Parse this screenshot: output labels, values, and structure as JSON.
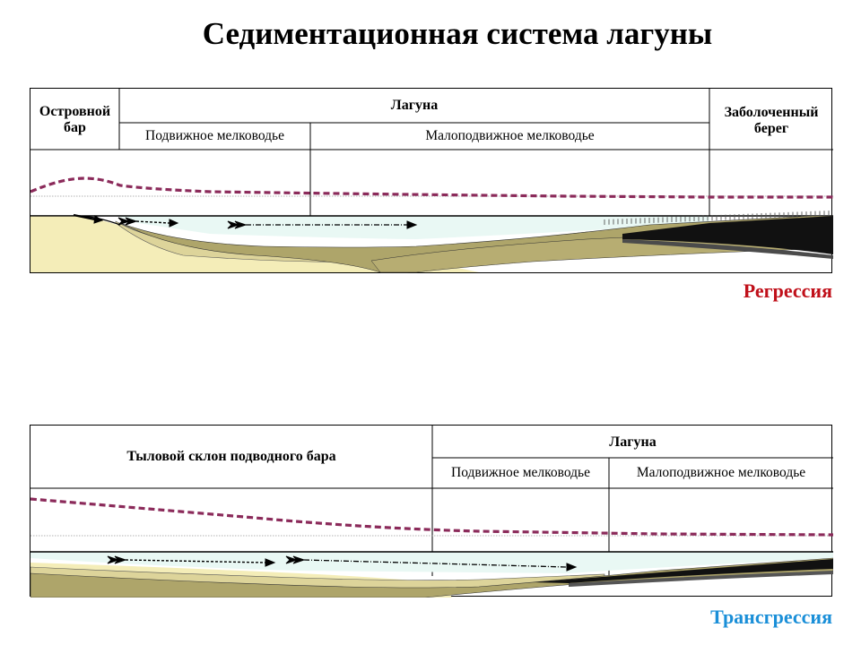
{
  "title": "Седиментационная система  лагуны",
  "top_panel": {
    "col_island_bar": "Островной бар",
    "col_lagoon": "Лагуна",
    "col_mobile_shallow": "Подвижное мелководье",
    "col_low_mobility_shallow": "Малоподвижное мелководье",
    "col_swampy_shore": "Заболоченный берег",
    "caption": "Регрессия"
  },
  "bottom_panel": {
    "col_back_slope": "Тыловой склон подводного бара",
    "col_lagoon": "Лагуна",
    "col_mobile_shallow": "Подвижное мелководье",
    "col_low_mobility_shallow": "Малоподвижное мелководье",
    "caption": "Трансгрессия"
  },
  "colors": {
    "caption_regression": "#c0101a",
    "caption_transgression": "#1a8fd8",
    "sea_level_dashed": "#8b2a5a",
    "water": "#e9f8f4",
    "sand_light": "#f4edb8",
    "sand_mid": "#ddd49a",
    "mud_olive": "#aea56a",
    "peat_dark": "#111111"
  }
}
